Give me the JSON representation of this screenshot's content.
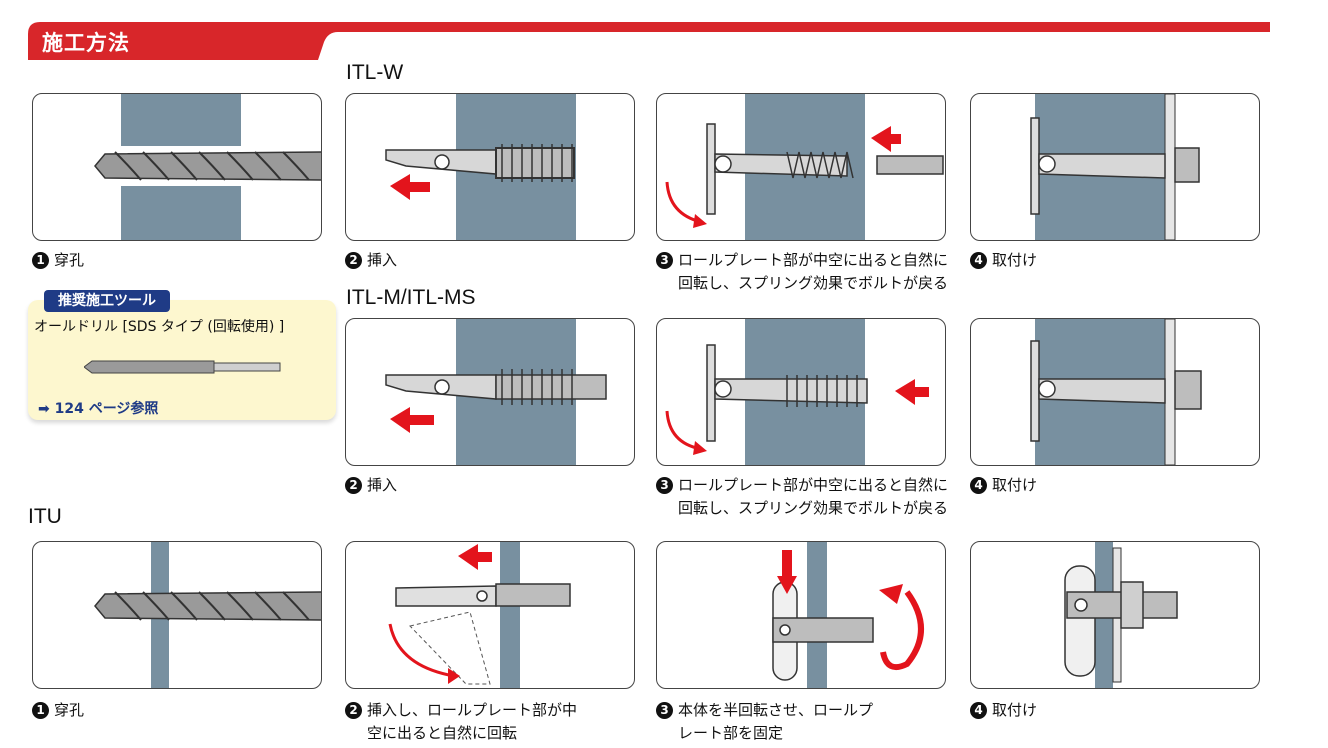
{
  "header": {
    "title": "施工方法",
    "color": "#d8262a"
  },
  "sections": {
    "itl_w": "ITL-W",
    "itl_m": "ITL-M/ITL-MS",
    "itu": "ITU"
  },
  "row1": {
    "c1": {
      "num": "1",
      "text": "穿孔"
    },
    "c2": {
      "num": "2",
      "text": "挿入"
    },
    "c3": {
      "num": "3",
      "text1": "ロールプレート部が中空に出ると自然に",
      "text2": "回転し、スプリング効果でボルトが戻る"
    },
    "c4": {
      "num": "4",
      "text": "取付け"
    }
  },
  "row2": {
    "c2": {
      "num": "2",
      "text": "挿入"
    },
    "c3": {
      "num": "3",
      "text1": "ロールプレート部が中空に出ると自然に",
      "text2": "回転し、スプリング効果でボルトが戻る"
    },
    "c4": {
      "num": "4",
      "text": "取付け"
    }
  },
  "row3": {
    "c1": {
      "num": "1",
      "text": "穿孔"
    },
    "c2": {
      "num": "2",
      "text1": "挿入し、ロールプレート部が中",
      "text2": "空に出ると自然に回転"
    },
    "c3": {
      "num": "3",
      "text1": "本体を半回転させ、ロールプ",
      "text2": "レート部を固定"
    },
    "c4": {
      "num": "4",
      "text": "取付け"
    }
  },
  "tool": {
    "badge": "推奨施工ツール",
    "name": "オールドリル [SDS タイプ (回転使用) ]",
    "link_arrow": "➡",
    "link_text": "124 ページ参照"
  },
  "colors": {
    "wall": "#7890a0",
    "arrow": "#e3141c",
    "metal": "#b8b8b8",
    "tool_bg": "#fdf7cf",
    "badge": "#1f3b86"
  },
  "icons": [
    "drill-bit",
    "anchor-bolt",
    "spring",
    "red-arrow",
    "rotation-arrow"
  ]
}
